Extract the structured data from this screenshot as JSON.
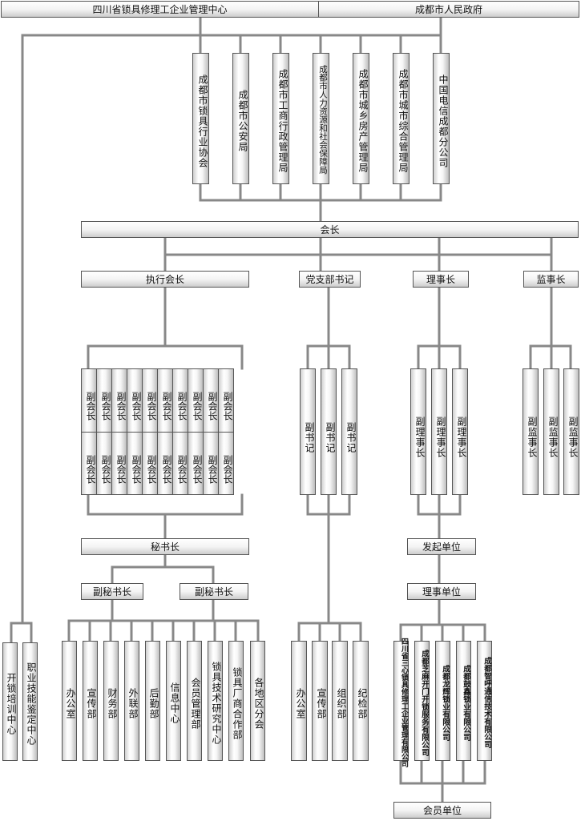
{
  "top": {
    "center": "四川省锁具修理工企业管理中心",
    "government": "成都市人民政府"
  },
  "agencies": [
    "成都市锁具行业协会",
    "成都市公安局",
    "成都市工商行政管理局",
    "成都市人力资源和社会保障局",
    "成都市城乡房产管理局",
    "成都市城市综合管理局",
    "中国电信成都分公司"
  ],
  "president": "会长",
  "executive_president": "执行会长",
  "party_secretary": "党支部书记",
  "chairman": "理事长",
  "supervisor_chief": "监事长",
  "vice_president": "副会长",
  "vice_secretary": "副书记",
  "vice_chairman": "副理事长",
  "vice_supervisor": "副监事长",
  "secretary_general": "秘书长",
  "deputy_secretary_general": "副秘书长",
  "initiator_units": "发起单位",
  "council_units": "理事单位",
  "member_units": "会员单位",
  "training": [
    "开锁培训中心",
    "职业技能鉴定中心"
  ],
  "secretariat_depts": [
    "办公室",
    "宣传部",
    "财务部",
    "外联部",
    "后勤部",
    "信息中心",
    "会员管理部",
    "锁具技术研究中心",
    "锁具厂商合作部",
    "各地区分会"
  ],
  "party_depts": [
    "办公室",
    "宣传部",
    "组织部",
    "纪检部"
  ],
  "companies": [
    "四川省三心锁具修理工企业管理有限公司",
    "成都芝麻开门开锁服务有限公司",
    "成都龙辉锁业有限公司",
    "成都鼓鑫锁业有限公司",
    "成都智呼通信技术有限公司"
  ]
}
